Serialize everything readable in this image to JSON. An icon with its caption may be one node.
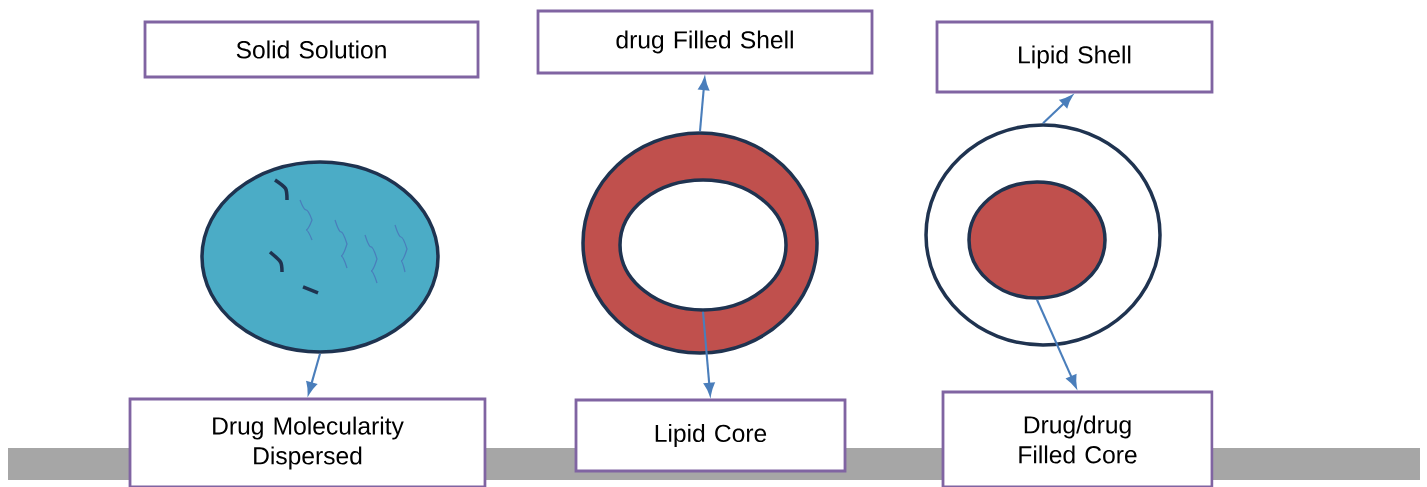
{
  "diagram": {
    "nodes": [
      {
        "text": [
          "Solid Solution"
        ]
      },
      {
        "text": [
          "drug Filled Shell"
        ]
      },
      {
        "text": [
          "Lipid Shell"
        ]
      },
      {
        "text": [],
        "shape": "circle"
      },
      {
        "text": [],
        "shape": "circle"
      },
      {
        "text": [],
        "shape": "circle",
        "in": 4
      },
      {
        "text": [],
        "shape": "circle"
      },
      {
        "text": [],
        "shape": "circle",
        "in": 6
      },
      {
        "text": [
          "Drug Molecularity Dispersed"
        ]
      },
      {
        "text": [
          "Lipid Core"
        ]
      },
      {
        "text": [
          "Drug/drug Filled Core"
        ]
      }
    ],
    "edges": [
      {
        "from": 3,
        "to": 8,
        "arrow": "to"
      },
      {
        "from": 4,
        "to": 1,
        "arrow": "to"
      },
      {
        "from": 5,
        "to": 9,
        "arrow": "to"
      },
      {
        "from": 6,
        "to": 2,
        "arrow": "to"
      },
      {
        "from": 7,
        "to": 10,
        "arrow": "to"
      }
    ]
  }
}
